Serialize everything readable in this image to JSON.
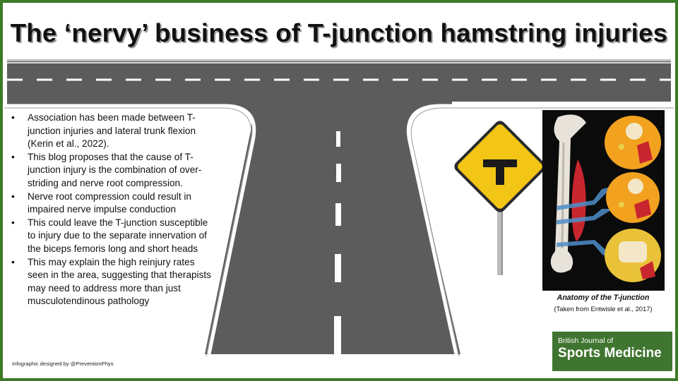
{
  "title": "The ‘nervy’ business of T-junction hamstring injuries",
  "bullets": [
    "Association has been made between T-junction injuries and lateral trunk flexion (Kerin et al., 2022).",
    "This blog proposes that the cause of T-junction injury is the combination of over-striding and nerve root compression.",
    "Nerve root compression could result in impaired nerve impulse conduction",
    "This could leave the T-junction susceptible to injury due to the separate innervation of the biceps femoris long and short heads",
    "This may explain the high reinjury rates seen in the area, suggesting that therapists may need to address more than just musculotendinous pathology"
  ],
  "credit": "Infographic designed by @PreventionPhys",
  "figure_caption": {
    "title": "Anatomy of the T-junction",
    "source": "(Taken from Entwisle et al., 2017)"
  },
  "logo": {
    "line1": "British Journal of",
    "line2": "Sports Medicine"
  },
  "colors": {
    "frame": "#3d7a28",
    "road": "#5c5c5c",
    "sign": "#f2c517",
    "logo_bg": "#3f7530"
  },
  "icons": [
    "t-junction-road-sign-icon",
    "road-illustration",
    "hamstring-anatomy-illustration"
  ]
}
